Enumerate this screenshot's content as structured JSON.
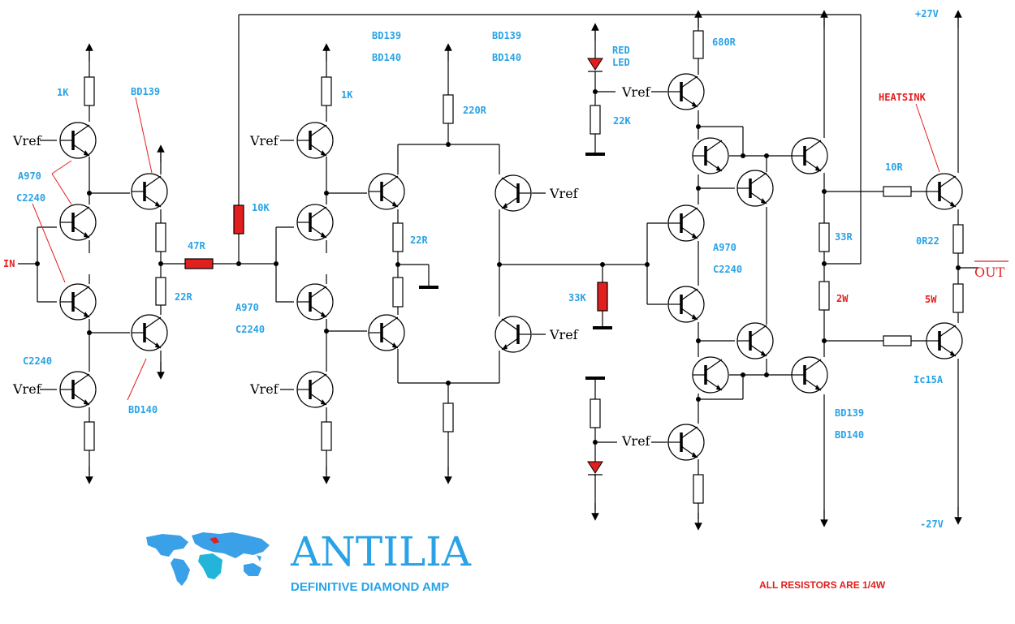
{
  "title": "ANTILIA",
  "subtitle": "DEFINITIVE DIAMOND AMP",
  "note": "ALL RESISTORS ARE 1/4W",
  "rails": {
    "positive": "+27V",
    "negative": "-27V"
  },
  "io": {
    "input": "IN",
    "output": "OUT"
  },
  "labels": {
    "vref": "Vref",
    "r_1k": "1K",
    "bd139": "BD139",
    "bd140": "BD140",
    "a970": "A970",
    "c2240": "C2240",
    "r_47r": "47R",
    "r_22r": "22R",
    "r_10k": "10K",
    "r_220r": "220R",
    "r_33k": "33K",
    "red_led_1": "RED",
    "red_led_2": "LED",
    "r_22k": "22K",
    "r_680r": "680R",
    "r_10r": "10R",
    "r_33r": "33R",
    "r_2w": "2W",
    "r_0r22": "0R22",
    "r_5w": "5W",
    "heatsink": "HEATSINK",
    "ic15a": "Ic15A"
  },
  "colors": {
    "accent_blue": "#29a3e6",
    "accent_red": "#e21f1f"
  }
}
